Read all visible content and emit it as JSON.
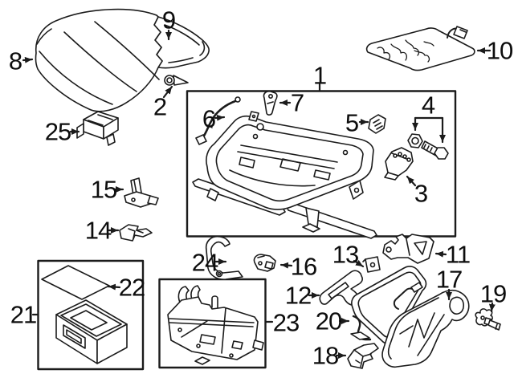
{
  "diagram": {
    "figure_type": "exploded-parts-diagram",
    "colors": {
      "line": "#1b1b1b",
      "background": "#ffffff"
    },
    "callouts": {
      "c1": {
        "label": "1"
      },
      "c2": {
        "label": "2"
      },
      "c3": {
        "label": "3"
      },
      "c4": {
        "label": "4"
      },
      "c5": {
        "label": "5"
      },
      "c6": {
        "label": "6"
      },
      "c7": {
        "label": "7"
      },
      "c8": {
        "label": "8"
      },
      "c9": {
        "label": "9"
      },
      "c10": {
        "label": "10"
      },
      "c11": {
        "label": "11"
      },
      "c12": {
        "label": "12"
      },
      "c13": {
        "label": "13"
      },
      "c14": {
        "label": "14"
      },
      "c15": {
        "label": "15"
      },
      "c16": {
        "label": "16"
      },
      "c17": {
        "label": "17"
      },
      "c18": {
        "label": "18"
      },
      "c19": {
        "label": "19"
      },
      "c20": {
        "label": "20"
      },
      "c21": {
        "label": "21"
      },
      "c22": {
        "label": "22"
      },
      "c23": {
        "label": "23"
      },
      "c24": {
        "label": "24"
      },
      "c25": {
        "label": "25"
      }
    }
  }
}
